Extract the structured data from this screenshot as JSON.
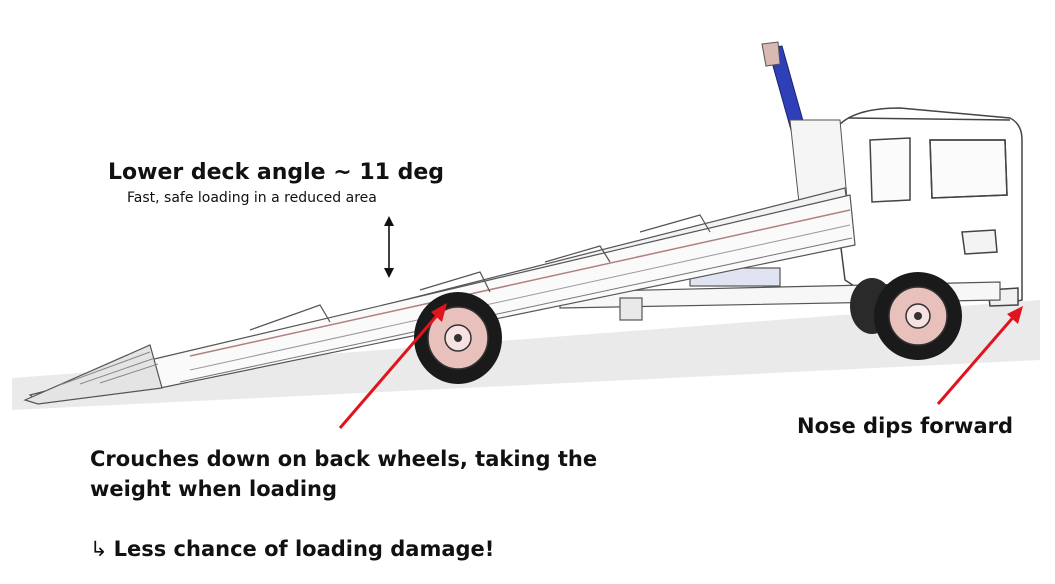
{
  "annotations": {
    "deck_angle_title": "Lower deck angle ~ 11 deg",
    "deck_angle_subtitle": "Fast, safe loading in a reduced area",
    "nose_note": "Nose dips forward",
    "crouch_line_1": "Crouches down on back wheels, taking the",
    "crouch_line_2": "weight when loading",
    "benefit_icon": "arrow-down-right-icon",
    "benefit_text": "Less chance of loading damage!"
  },
  "colors": {
    "arrow": "#e0141e",
    "tower": "#2f3fb8",
    "hub": "#e8c0bc",
    "line": "#444444",
    "ground": "#e9e9e9"
  },
  "icons": [
    "double-arrow-icon",
    "red-arrow-icon",
    "arrow-down-right-icon"
  ]
}
